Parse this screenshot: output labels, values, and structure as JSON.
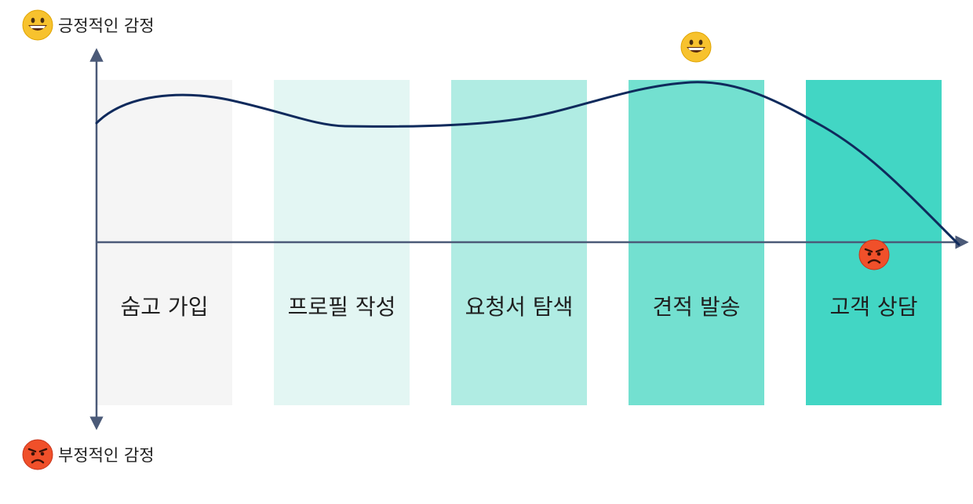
{
  "legend": {
    "positive_label": "긍정적인 감정",
    "negative_label": "부정적인 감정"
  },
  "stages": [
    {
      "label": "숨고 가입",
      "color": "#f5f5f5"
    },
    {
      "label": "프로필 작성",
      "color": "#e3f6f3"
    },
    {
      "label": "요청서 탐색",
      "color": "#b0ece3"
    },
    {
      "label": "견적 발송",
      "color": "#73e0d0"
    },
    {
      "label": "고객 상담",
      "color": "#42d6c4"
    }
  ],
  "colors": {
    "curve": "#0f2a5c",
    "axis": "#4b5a78",
    "happy_face": "#f7c22e",
    "angry_face": "#f0502a"
  },
  "icons": {
    "positive": "grinning-face-icon",
    "negative": "angry-face-icon"
  }
}
